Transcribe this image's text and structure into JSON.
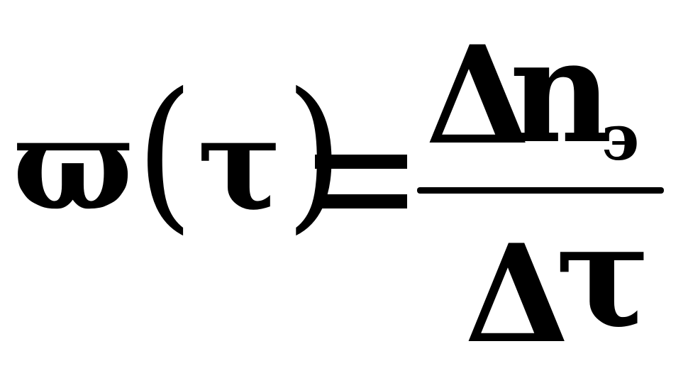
{
  "formula": {
    "lhs": {
      "function_symbol": "ϖ",
      "open_paren": "(",
      "argument": "τ",
      "close_paren": ")"
    },
    "equals": "=",
    "numerator": {
      "delta": "Δ",
      "variable": "n",
      "subscript": "э"
    },
    "denominator": {
      "delta": "Δ",
      "variable": "τ"
    }
  }
}
